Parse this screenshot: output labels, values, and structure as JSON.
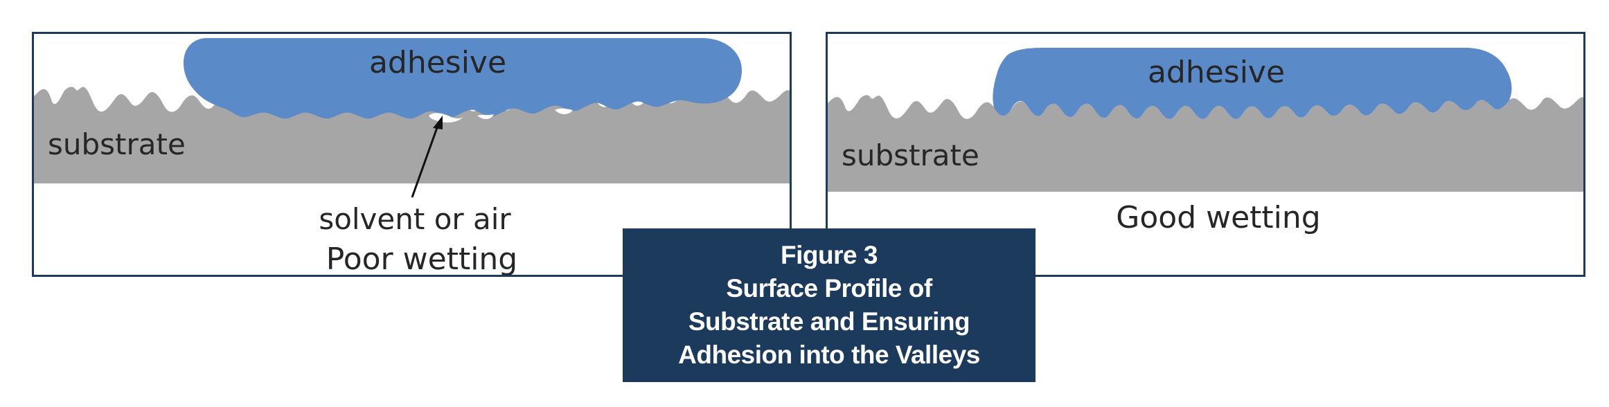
{
  "left_panel": {
    "adhesive_label": "adhesive",
    "substrate_label": "substrate",
    "annotation": "solvent or air",
    "caption": "Poor wetting"
  },
  "right_panel": {
    "adhesive_label": "adhesive",
    "substrate_label": "substrate",
    "caption": "Good wetting"
  },
  "figure_caption": {
    "line1": "Figure 3",
    "line2": "Surface Profile of",
    "line3": "Substrate and Ensuring",
    "line4": "Adhesion into the Valleys"
  },
  "colors": {
    "adhesive": "#5b8ac9",
    "substrate": "#a6a6a6",
    "border": "#1b3a5c",
    "caption_bg": "#1b3a5c"
  }
}
